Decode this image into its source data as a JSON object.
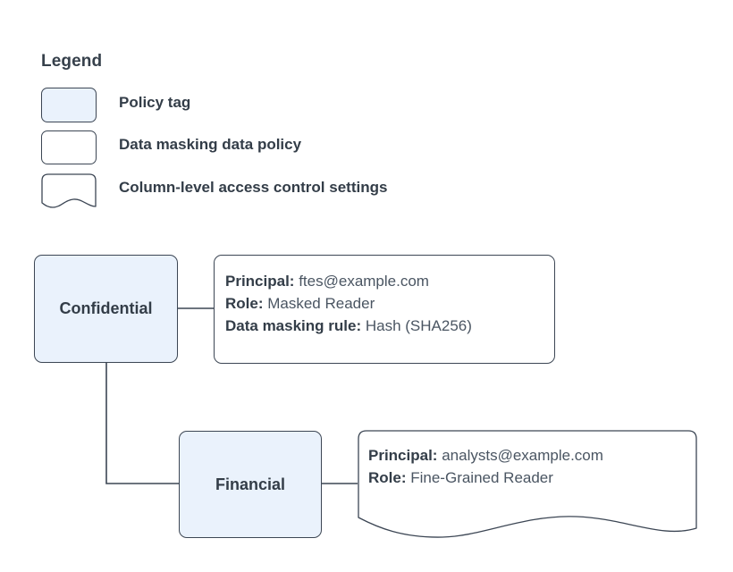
{
  "legend": {
    "title": "Legend",
    "items": [
      {
        "shape": "policy-tag-swatch",
        "label": "Policy tag",
        "fill": "#eaf2fc"
      },
      {
        "shape": "data-policy-swatch",
        "label": "Data masking data policy",
        "fill": "#ffffff"
      },
      {
        "shape": "access-settings-swatch",
        "label": "Column-level access control settings",
        "fill": "#ffffff"
      }
    ]
  },
  "diagram": {
    "nodes": [
      {
        "id": "confidential",
        "label": "Confidential",
        "type": "policy-tag"
      },
      {
        "id": "financial",
        "label": "Financial",
        "type": "policy-tag"
      }
    ],
    "boxes": [
      {
        "id": "masking-policy",
        "type": "data-masking-data-policy",
        "lines": [
          {
            "key": "Principal:",
            "value": "ftes@example.com"
          },
          {
            "key": "Role:",
            "value": "Masked Reader"
          },
          {
            "key": "Data masking rule:",
            "value": "Hash (SHA256)"
          }
        ]
      },
      {
        "id": "access-settings",
        "type": "column-level-access-control-settings",
        "lines": [
          {
            "key": "Principal:",
            "value": "analysts@example.com"
          },
          {
            "key": "Role:",
            "value": "Fine-Grained Reader"
          }
        ]
      }
    ],
    "edges": [
      {
        "from": "confidential",
        "to": "masking-policy"
      },
      {
        "from": "confidential",
        "to": "financial"
      },
      {
        "from": "financial",
        "to": "access-settings"
      }
    ]
  },
  "colors": {
    "tag_fill": "#eaf2fc",
    "stroke": "#3c4654",
    "text_strong": "#333d48",
    "text_regular": "#4a5562",
    "background": "#ffffff"
  }
}
